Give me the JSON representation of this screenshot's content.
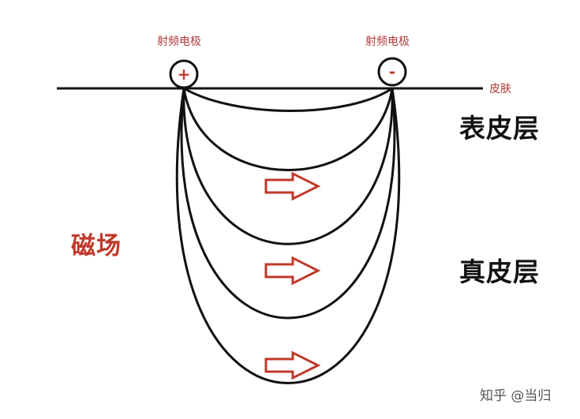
{
  "electrodes": {
    "left": {
      "label": "射频电极",
      "sign": "+"
    },
    "right": {
      "label": "射频电极",
      "sign": "-"
    }
  },
  "skin_label": "皮肤",
  "layers": {
    "epidermis": "表皮层",
    "dermis": "真皮层"
  },
  "field_label": "磁场",
  "watermark": "知乎 @当归",
  "colors": {
    "line": "#111111",
    "arrow_outline": "#c0392b",
    "label_red": "#c0392b"
  }
}
